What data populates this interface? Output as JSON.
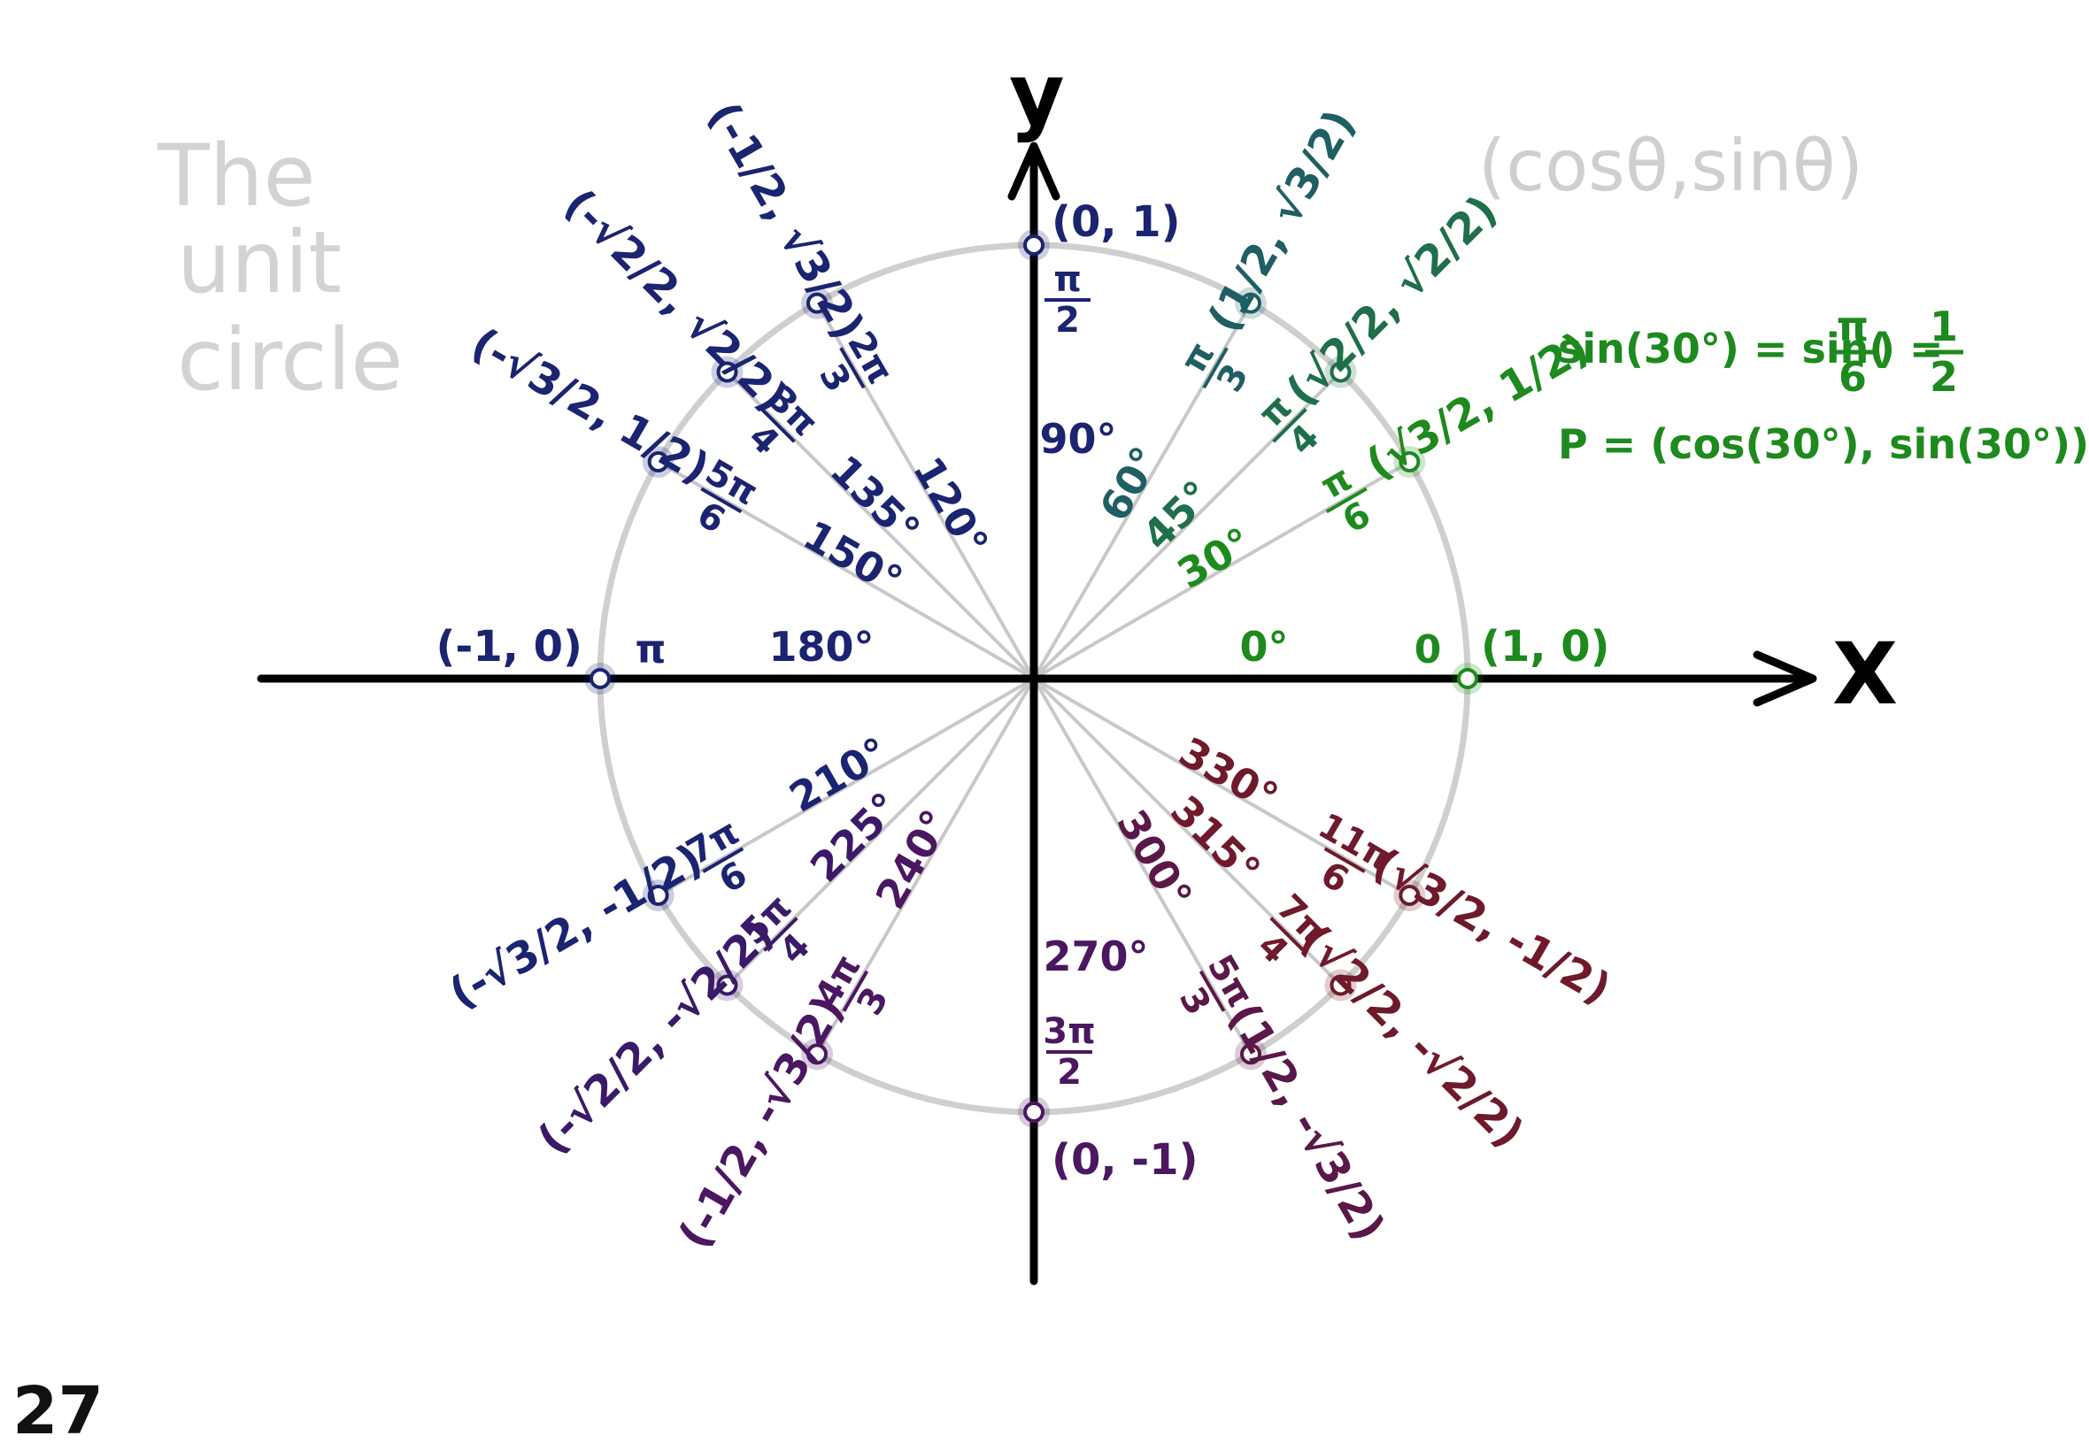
{
  "title_lines": [
    "The",
    "unit",
    "circle"
  ],
  "formula_header": "(cosθ,sinθ)",
  "note_line1_left": "sin(30°) = sin(",
  "note_line1_frac_num": "π",
  "note_line1_frac_den": "6",
  "note_line1_mid": ") =",
  "note_line1_res_num": "1",
  "note_line1_res_den": "2",
  "note_line2": "P = (cos(30°), sin(30°))",
  "page_number": "27",
  "axes": {
    "x_label": "X",
    "y_label": "y"
  },
  "colors": {
    "q1_green": "#1e8a1e",
    "q1_teal": "#1f6a6a",
    "q2_navy": "#1b2470",
    "q3_purple": "#4a1760",
    "q4_maroon": "#6e1a2a",
    "circle": "#cfcfcf",
    "spoke": "#c4c4c4"
  },
  "points": [
    {
      "deg": 0,
      "deg_label": "0°",
      "rad_label": "0",
      "coord": [
        "1",
        "0"
      ],
      "color": "#1e8a1e"
    },
    {
      "deg": 30,
      "deg_label": "30°",
      "rad_num": "π",
      "rad_den": "6",
      "coord": [
        "√3/2",
        "1/2"
      ],
      "color": "#1e8a1e"
    },
    {
      "deg": 45,
      "deg_label": "45°",
      "rad_num": "π",
      "rad_den": "4",
      "coord": [
        "√2/2",
        "√2/2"
      ],
      "color": "#1f6f4a"
    },
    {
      "deg": 60,
      "deg_label": "60°",
      "rad_num": "π",
      "rad_den": "3",
      "coord": [
        "1/2",
        "√3/2"
      ],
      "color": "#1f5f63"
    },
    {
      "deg": 90,
      "deg_label": "90°",
      "rad_num": "π",
      "rad_den": "2",
      "coord": [
        "0",
        "1"
      ],
      "color": "#1b2470"
    },
    {
      "deg": 120,
      "deg_label": "120°",
      "rad_num": "2π",
      "rad_den": "3",
      "coord": [
        "-1/2",
        "√3/2"
      ],
      "color": "#1b2470"
    },
    {
      "deg": 135,
      "deg_label": "135°",
      "rad_num": "3π",
      "rad_den": "4",
      "coord": [
        "-√2/2",
        "√2/2"
      ],
      "color": "#1b2470"
    },
    {
      "deg": 150,
      "deg_label": "150°",
      "rad_num": "5π",
      "rad_den": "6",
      "coord": [
        "-√3/2",
        "1/2"
      ],
      "color": "#1b2470"
    },
    {
      "deg": 180,
      "deg_label": "180°",
      "rad_label": "π",
      "coord": [
        "-1",
        "0"
      ],
      "color": "#1b2470"
    },
    {
      "deg": 210,
      "deg_label": "210°",
      "rad_num": "7π",
      "rad_den": "6",
      "coord": [
        "-√3/2",
        "-1/2"
      ],
      "color": "#1b2470"
    },
    {
      "deg": 225,
      "deg_label": "225°",
      "rad_num": "5π",
      "rad_den": "4",
      "coord": [
        "-√2/2",
        "-√2/2"
      ],
      "color": "#3a1a68"
    },
    {
      "deg": 240,
      "deg_label": "240°",
      "rad_num": "4π",
      "rad_den": "3",
      "coord": [
        "-1/2",
        "-√3/2"
      ],
      "color": "#4a1760"
    },
    {
      "deg": 270,
      "deg_label": "270°",
      "rad_num": "3π",
      "rad_den": "2",
      "coord": [
        "0",
        "-1"
      ],
      "color": "#4a1760"
    },
    {
      "deg": 300,
      "deg_label": "300°",
      "rad_num": "5π",
      "rad_den": "3",
      "coord": [
        "1/2",
        "-√3/2"
      ],
      "color": "#5a1848"
    },
    {
      "deg": 315,
      "deg_label": "315°",
      "rad_num": "7π",
      "rad_den": "4",
      "coord": [
        "√2/2",
        "-√2/2"
      ],
      "color": "#6e1a2a"
    },
    {
      "deg": 330,
      "deg_label": "330°",
      "rad_num": "11π",
      "rad_den": "6",
      "coord": [
        "√3/2",
        "-1/2"
      ],
      "color": "#6e1a2a"
    }
  ]
}
